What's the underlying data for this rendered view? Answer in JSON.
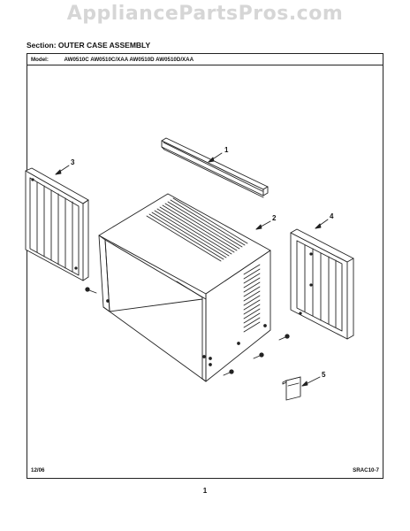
{
  "watermark": "AppliancePartsPros.com",
  "section": "Section:  OUTER CASE ASSEMBLY",
  "model": {
    "label": "Model:",
    "value": "AW0510C AW0510C/XAA AW0510D AW0510D/XAA"
  },
  "callouts": [
    "1",
    "2",
    "3",
    "4",
    "5"
  ],
  "footer": {
    "date": "12/06",
    "ref": "SRAC10-7"
  },
  "page_number": "1"
}
